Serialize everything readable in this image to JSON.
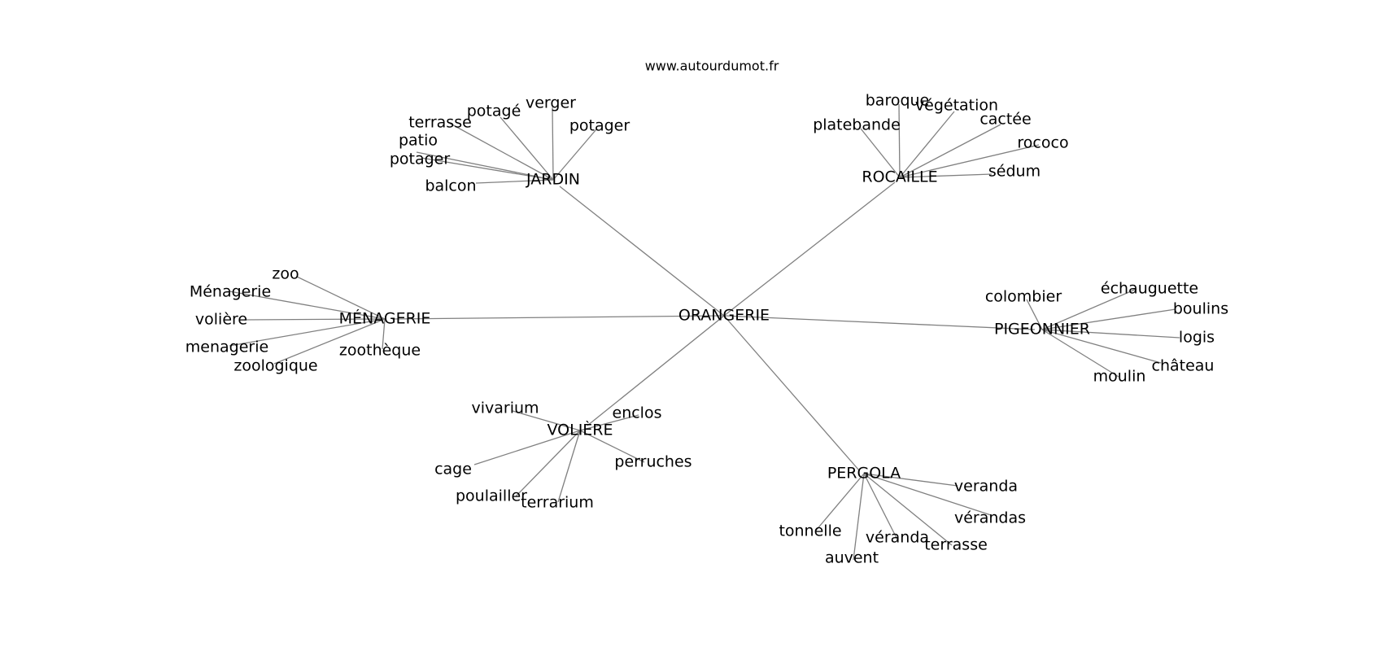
{
  "source": "www.autourdumot.fr",
  "center": "ORANGERIE",
  "clusters": [
    {
      "hub": "JARDIN",
      "leaves": [
        "terrasse",
        "potagé",
        "verger",
        "potager",
        "patio",
        "potager",
        "balcon"
      ]
    },
    {
      "hub": "ROCAILLE",
      "leaves": [
        "platebande",
        "baroque",
        "végétation",
        "cactée",
        "rococo",
        "sédum"
      ]
    },
    {
      "hub": "MÉNAGERIE",
      "leaves": [
        "zoo",
        "Ménagerie",
        "volière",
        "menagerie",
        "zoologique",
        "zoothèque"
      ]
    },
    {
      "hub": "PIGEONNIER",
      "leaves": [
        "colombier",
        "échauguette",
        "boulins",
        "logis",
        "château",
        "moulin"
      ]
    },
    {
      "hub": "VOLIÈRE",
      "leaves": [
        "vivarium",
        "enclos",
        "cage",
        "poulailler",
        "terrarium",
        "perruches"
      ]
    },
    {
      "hub": "PERGOLA",
      "leaves": [
        "veranda",
        "vérandas",
        "tonnelle",
        "véranda",
        "terrasse",
        "auvent"
      ]
    }
  ]
}
